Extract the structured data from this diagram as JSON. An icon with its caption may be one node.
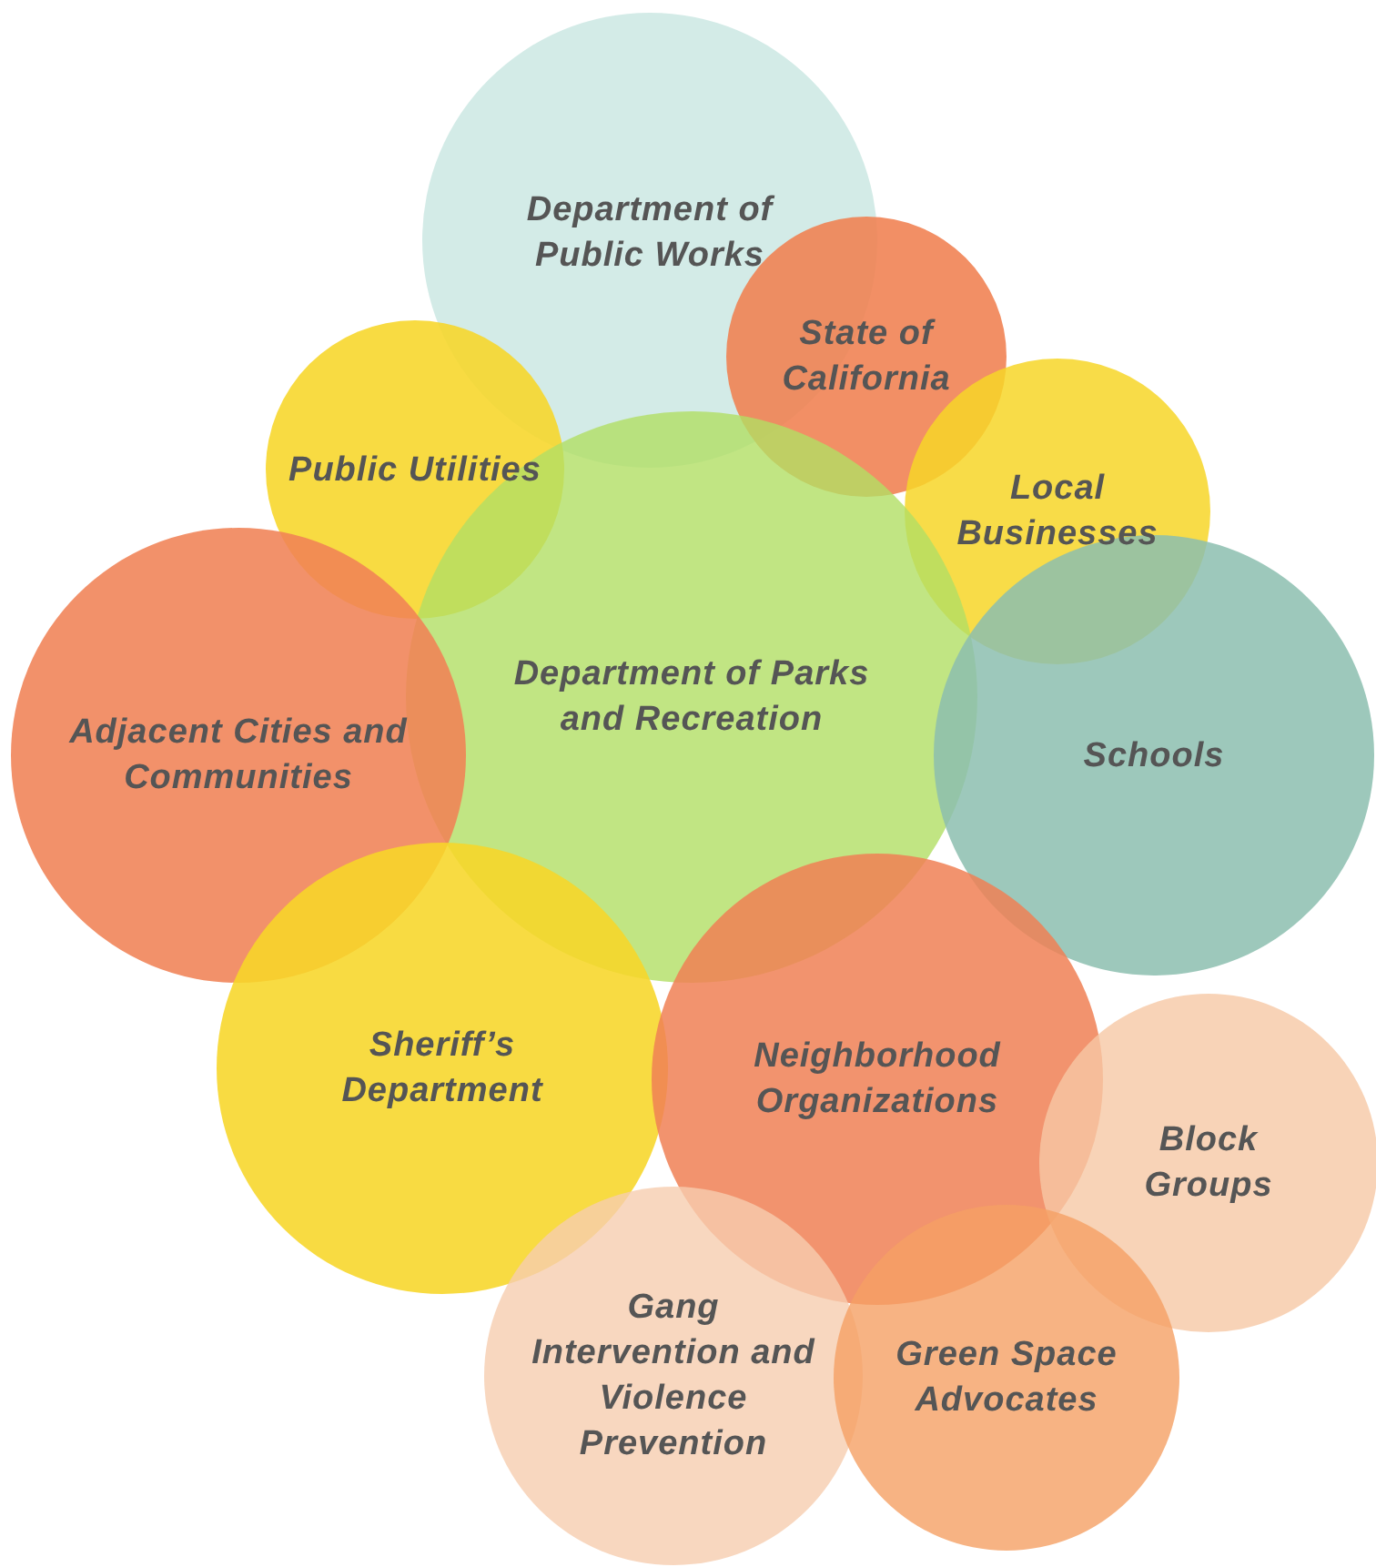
{
  "diagram": {
    "nodes": [
      {
        "text": [
          "Department of Public Works"
        ]
      },
      {
        "text": [
          "State of California"
        ]
      },
      {
        "text": [
          "Public Utilities"
        ]
      },
      {
        "text": [
          "Local Businesses"
        ]
      },
      {
        "text": [
          "Department of Parks and Recreation"
        ]
      },
      {
        "text": [
          "Adjacent Cities and Communities"
        ]
      },
      {
        "text": [
          "Schools"
        ]
      },
      {
        "text": [
          "Sheriff’s Department"
        ]
      },
      {
        "text": [
          "Neighborhood Organizations"
        ]
      },
      {
        "text": [
          "Block Groups"
        ]
      },
      {
        "text": [
          "Gang Intervention and Violence Prevention"
        ]
      },
      {
        "text": [
          "Green Space Advocates"
        ]
      }
    ]
  }
}
